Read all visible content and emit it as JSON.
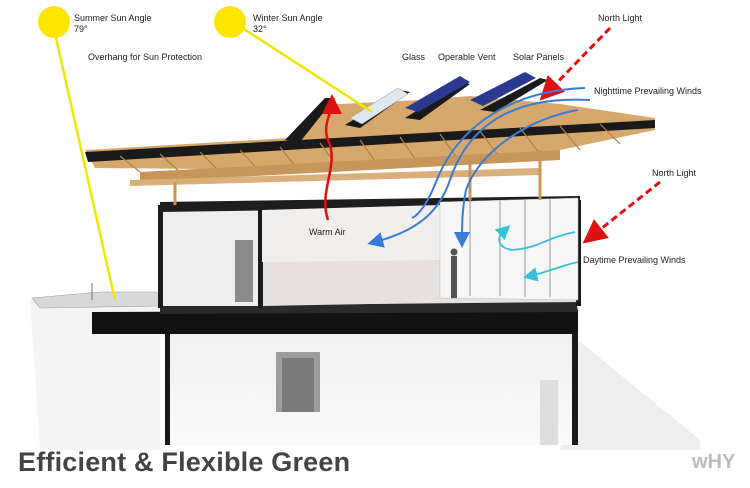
{
  "labels": {
    "summer_sun_angle": "Summer Sun Angle",
    "summer_sun_value": "79°",
    "winter_sun_angle": "Winter Sun Angle",
    "winter_sun_value": "32°",
    "overhang": "Overhang for Sun Protection",
    "glass": "Glass",
    "operable_vent": "Operable Vent",
    "solar_panels": "Solar Panels",
    "north_light_top": "North Light",
    "nighttime_winds": "Nighttime Prevailing Winds",
    "north_light_side": "North Light",
    "warm_air": "Warm Air",
    "daytime_winds": "Daytime Prevailing Winds"
  },
  "footer": {
    "title": "Efficient & Flexible Green",
    "logo": "wHY"
  },
  "colors": {
    "sun": "#ffe600",
    "sun_ray": "#f2e600",
    "north_light_arrow": "#e01010",
    "warm_air_arrow": "#e01010",
    "night_wind_arrow": "#3a7bd5",
    "day_wind_arrow": "#35c2d8",
    "roof_wood": "#c8955a",
    "roof_dark": "#1a1a1a",
    "solar_panel": "#2b3a8f"
  }
}
